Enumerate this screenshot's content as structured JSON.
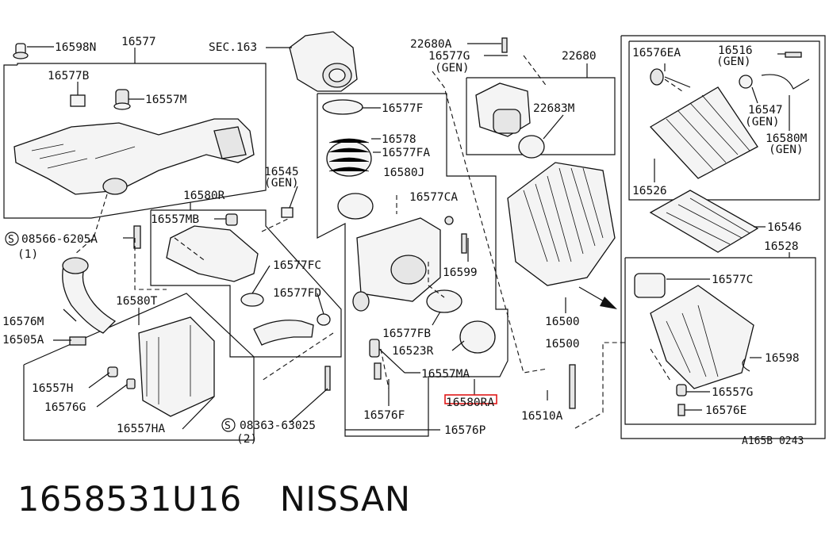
{
  "labels": {
    "p16598N": "16598N",
    "p16577": "16577",
    "sec163": "SEC.163",
    "p22680A": "22680A",
    "p16577G": "16577G",
    "p16577G_gen": "(GEN)",
    "p22680": "22680",
    "p16576EA": "16576EA",
    "p16516": "16516",
    "p16516_gen": "(GEN)",
    "p16577B": "16577B",
    "p16557M": "16557M",
    "p16577F": "16577F",
    "p22683M": "22683M",
    "p16547": "16547",
    "p16547_gen": "(GEN)",
    "p16578": "16578",
    "p16577FA": "16577FA",
    "p16580M": "16580M",
    "p16580M_gen": "(GEN)",
    "p16545": "16545",
    "p16545_gen": "(GEN)",
    "p16580J": "16580J",
    "p16526": "16526",
    "p16580R": "16580R",
    "p16577CA": "16577CA",
    "p16557MB": "16557MB",
    "p16546": "16546",
    "bolt08566": "08566-6205A",
    "bolt08566_qty": "(1)",
    "p16528": "16528",
    "p16577FC": "16577FC",
    "p16599": "16599",
    "p16577C": "16577C",
    "p16580T": "16580T",
    "p16577FD": "16577FD",
    "p16576M": "16576M",
    "p16500a": "16500",
    "p16500b": "16500",
    "p16577FB": "16577FB",
    "p16505A": "16505A",
    "p16523R": "16523R",
    "p16598": "16598",
    "p16557MA": "16557MA",
    "p16557H": "16557H",
    "p16557G": "16557G",
    "p16580RA": "16580RA",
    "p16576G": "16576G",
    "p16576F": "16576F",
    "p16576E": "16576E",
    "p16510A": "16510A",
    "p16557HA": "16557HA",
    "bolt08363": "08363-63025",
    "bolt08363_qty": "(2)",
    "p16576P": "16576P",
    "figure_code": "A165B 0243"
  },
  "footer": {
    "part_number": "1658531U16",
    "brand": "NISSAN"
  },
  "colors": {
    "highlight": "#e01818",
    "line": "#111111",
    "background": "#ffffff"
  }
}
